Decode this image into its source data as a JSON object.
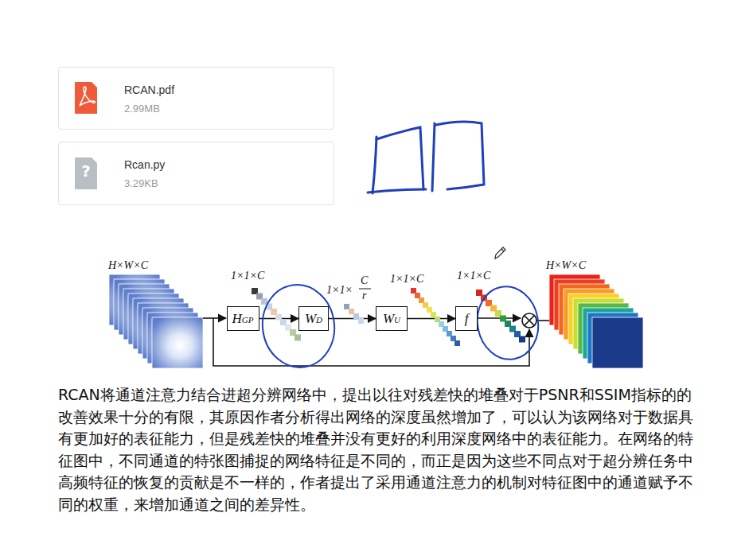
{
  "diagram": {
    "nodes": [
      {
        "text": [
          "RCAN.pdf",
          "2.99MB"
        ]
      },
      {
        "text": [
          "Rcan.py",
          "3.29KB"
        ]
      },
      {
        "text": [
          "HGP"
        ]
      },
      {
        "text": [
          "WD"
        ]
      },
      {
        "text": [
          "WU"
        ]
      },
      {
        "text": [
          "f"
        ]
      }
    ],
    "edges": [
      {
        "from": 2,
        "to": 3,
        "arrow": "to"
      },
      {
        "from": 3,
        "to": 4,
        "arrow": "to"
      },
      {
        "from": 4,
        "to": 5,
        "arrow": "to"
      }
    ],
    "labels": [
      "?",
      "H×W×C",
      "1×1×C",
      "1×1×",
      "C",
      "r",
      "1×1×C",
      "1×1×C",
      "H×W×C",
      "RCAN将通道注意力结合进超分辨网络中，提出以往对残差快的堆叠对于PSNR和SSIM指标的的改善效果十分的有限，其原因作者分析得出网络的深度虽然增加了，可以认为该网络对于数据具有更加好的表征能力，但是残差快的堆叠并没有更好的利用深度网络中的表征能力。在网络的特征图中，不同通道的特张图捕捉的网络特征是不同的，而正是因为这些不同点对于超分辨任务中高频特征的恢复的贡献是不一样的，作者提出了采用通道注意力的机制对特征图中的通道赋予不同的权重，来增加通道之间的差异性。"
    ]
  }
}
